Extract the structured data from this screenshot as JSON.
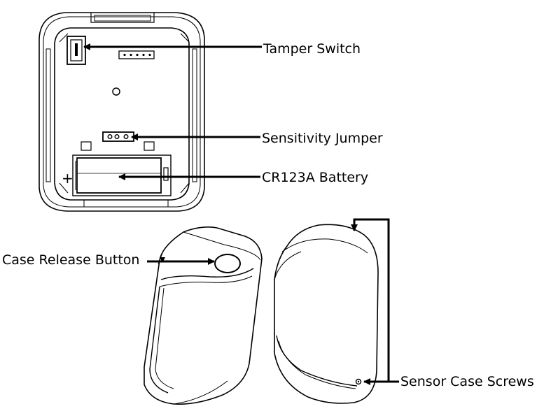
{
  "labels": {
    "tamper_switch": "Tamper Switch",
    "sensitivity_jumper": "Sensitivity Jumper",
    "battery": "CR123A Battery",
    "case_release_button": "Case Release Button",
    "sensor_case_screws": "Sensor Case Screws"
  },
  "battery_polarity_mark": "+",
  "colors": {
    "line": "#000000",
    "background": "#ffffff"
  }
}
